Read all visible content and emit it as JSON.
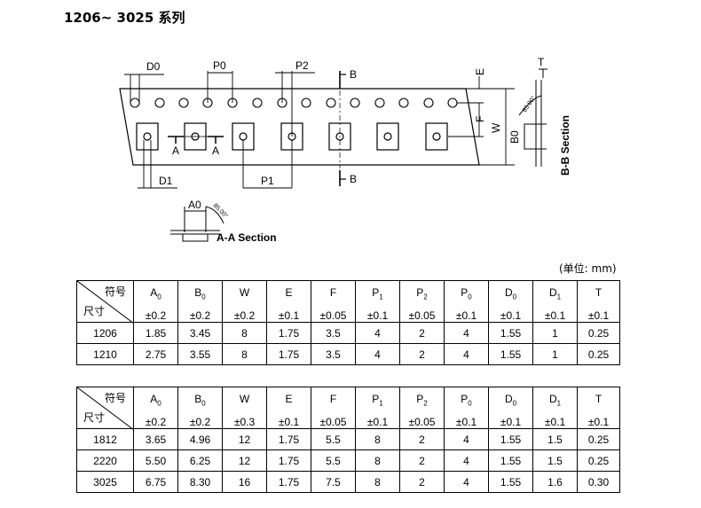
{
  "title": "1206~ 3025 系列",
  "diagram": {
    "labels": {
      "d0": "D0",
      "p0": "P0",
      "p2": "P2",
      "b": "B",
      "e": "E",
      "f": "F",
      "w": "W",
      "t": "T",
      "b0": "B0",
      "d1": "D1",
      "p1": "P1",
      "a": "A",
      "a0": "A0",
      "angle": "85.00°",
      "aa_section": "A-A Section",
      "bb_section": "B-B Section"
    }
  },
  "unit_note": "(单位: mm)",
  "corner": {
    "top": "符号",
    "bottom": "尺寸"
  },
  "tables": [
    {
      "columns": [
        {
          "sym": "A",
          "sub": "0",
          "tol": "±0.2"
        },
        {
          "sym": "B",
          "sub": "0",
          "tol": "±0.2"
        },
        {
          "sym": "W",
          "sub": "",
          "tol": "±0.2"
        },
        {
          "sym": "E",
          "sub": "",
          "tol": "±0.1"
        },
        {
          "sym": "F",
          "sub": "",
          "tol": "±0.05"
        },
        {
          "sym": "P",
          "sub": "1",
          "tol": "±0.1"
        },
        {
          "sym": "P",
          "sub": "2",
          "tol": "±0.05"
        },
        {
          "sym": "P",
          "sub": "0",
          "tol": "±0.1"
        },
        {
          "sym": "D",
          "sub": "0",
          "tol": "±0.1"
        },
        {
          "sym": "D",
          "sub": "1",
          "tol": "±0.1"
        },
        {
          "sym": "T",
          "sub": "",
          "tol": "±0.1"
        }
      ],
      "rows": [
        {
          "size": "1206",
          "values": [
            "1.85",
            "3.45",
            "8",
            "1.75",
            "3.5",
            "4",
            "2",
            "4",
            "1.55",
            "1",
            "0.25"
          ]
        },
        {
          "size": "1210",
          "values": [
            "2.75",
            "3.55",
            "8",
            "1.75",
            "3.5",
            "4",
            "2",
            "4",
            "1.55",
            "1",
            "0.25"
          ]
        }
      ]
    },
    {
      "columns": [
        {
          "sym": "A",
          "sub": "0",
          "tol": "±0.2"
        },
        {
          "sym": "B",
          "sub": "0",
          "tol": "±0.2"
        },
        {
          "sym": "W",
          "sub": "",
          "tol": "±0.3"
        },
        {
          "sym": "E",
          "sub": "",
          "tol": "±0.1"
        },
        {
          "sym": "F",
          "sub": "",
          "tol": "±0.05"
        },
        {
          "sym": "P",
          "sub": "1",
          "tol": "±0.1"
        },
        {
          "sym": "P",
          "sub": "2",
          "tol": "±0.05"
        },
        {
          "sym": "P",
          "sub": "0",
          "tol": "±0.1"
        },
        {
          "sym": "D",
          "sub": "0",
          "tol": "±0.1"
        },
        {
          "sym": "D",
          "sub": "1",
          "tol": "±0.1"
        },
        {
          "sym": "T",
          "sub": "",
          "tol": "±0.1"
        }
      ],
      "rows": [
        {
          "size": "1812",
          "values": [
            "3.65",
            "4.96",
            "12",
            "1.75",
            "5.5",
            "8",
            "2",
            "4",
            "1.55",
            "1.5",
            "0.25"
          ]
        },
        {
          "size": "2220",
          "values": [
            "5.50",
            "6.25",
            "12",
            "1.75",
            "5.5",
            "8",
            "2",
            "4",
            "1.55",
            "1.5",
            "0.25"
          ]
        },
        {
          "size": "3025",
          "values": [
            "6.75",
            "8.30",
            "16",
            "1.75",
            "7.5",
            "8",
            "2",
            "4",
            "1.55",
            "1.6",
            "0.30"
          ]
        }
      ]
    }
  ]
}
